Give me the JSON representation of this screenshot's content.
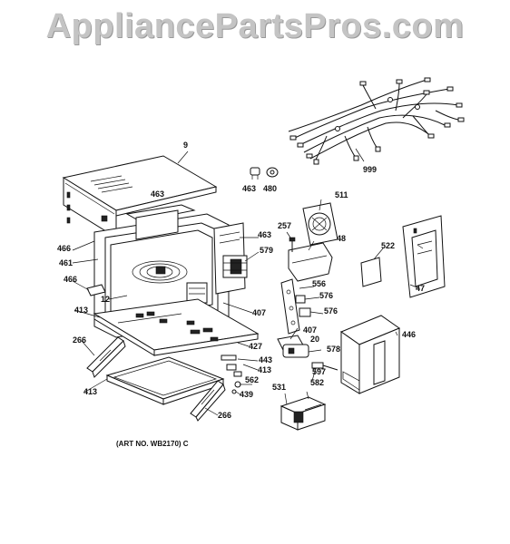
{
  "watermark": "AppliancePartsPros.com",
  "callouts": [
    {
      "id": "9",
      "label": "9"
    },
    {
      "id": "999",
      "label": "999"
    },
    {
      "id": "463a",
      "label": "463"
    },
    {
      "id": "463b",
      "label": "463"
    },
    {
      "id": "480",
      "label": "480"
    },
    {
      "id": "511",
      "label": "511"
    },
    {
      "id": "463c",
      "label": "463"
    },
    {
      "id": "257",
      "label": "257"
    },
    {
      "id": "48",
      "label": "48"
    },
    {
      "id": "579",
      "label": "579"
    },
    {
      "id": "522",
      "label": "522"
    },
    {
      "id": "466a",
      "label": "466"
    },
    {
      "id": "461",
      "label": "461"
    },
    {
      "id": "47",
      "label": "47"
    },
    {
      "id": "466b",
      "label": "466"
    },
    {
      "id": "556",
      "label": "556"
    },
    {
      "id": "576a",
      "label": "576"
    },
    {
      "id": "12",
      "label": "12"
    },
    {
      "id": "576b",
      "label": "576"
    },
    {
      "id": "413a",
      "label": "413"
    },
    {
      "id": "407a",
      "label": "407"
    },
    {
      "id": "407b",
      "label": "407"
    },
    {
      "id": "446",
      "label": "446"
    },
    {
      "id": "20",
      "label": "20"
    },
    {
      "id": "266a",
      "label": "266"
    },
    {
      "id": "427",
      "label": "427"
    },
    {
      "id": "578",
      "label": "578"
    },
    {
      "id": "443",
      "label": "443"
    },
    {
      "id": "413b",
      "label": "413"
    },
    {
      "id": "597",
      "label": "597"
    },
    {
      "id": "562",
      "label": "562"
    },
    {
      "id": "413c",
      "label": "413"
    },
    {
      "id": "439",
      "label": "439"
    },
    {
      "id": "531",
      "label": "531"
    },
    {
      "id": "582",
      "label": "582"
    },
    {
      "id": "266b",
      "label": "266"
    }
  ],
  "art_note": "(ART NO. WB2170) C"
}
